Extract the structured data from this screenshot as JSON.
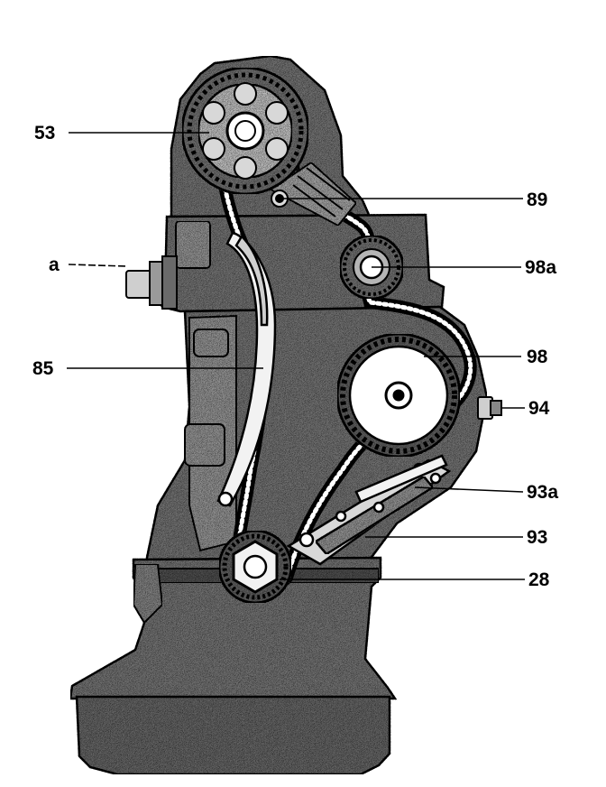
{
  "callouts": [
    {
      "id": "53",
      "label": "53"
    },
    {
      "id": "89",
      "label": "89"
    },
    {
      "id": "a",
      "label": "a"
    },
    {
      "id": "98a",
      "label": "98a"
    },
    {
      "id": "85",
      "label": "85"
    },
    {
      "id": "98",
      "label": "98"
    },
    {
      "id": "94",
      "label": "94"
    },
    {
      "id": "93a",
      "label": "93a"
    },
    {
      "id": "93",
      "label": "93"
    },
    {
      "id": "28",
      "label": "28"
    }
  ],
  "colors": {
    "ink": "#000000",
    "paper": "#ffffff",
    "casting": "#5a5a5a",
    "casting_light": "#8a8a8a"
  }
}
